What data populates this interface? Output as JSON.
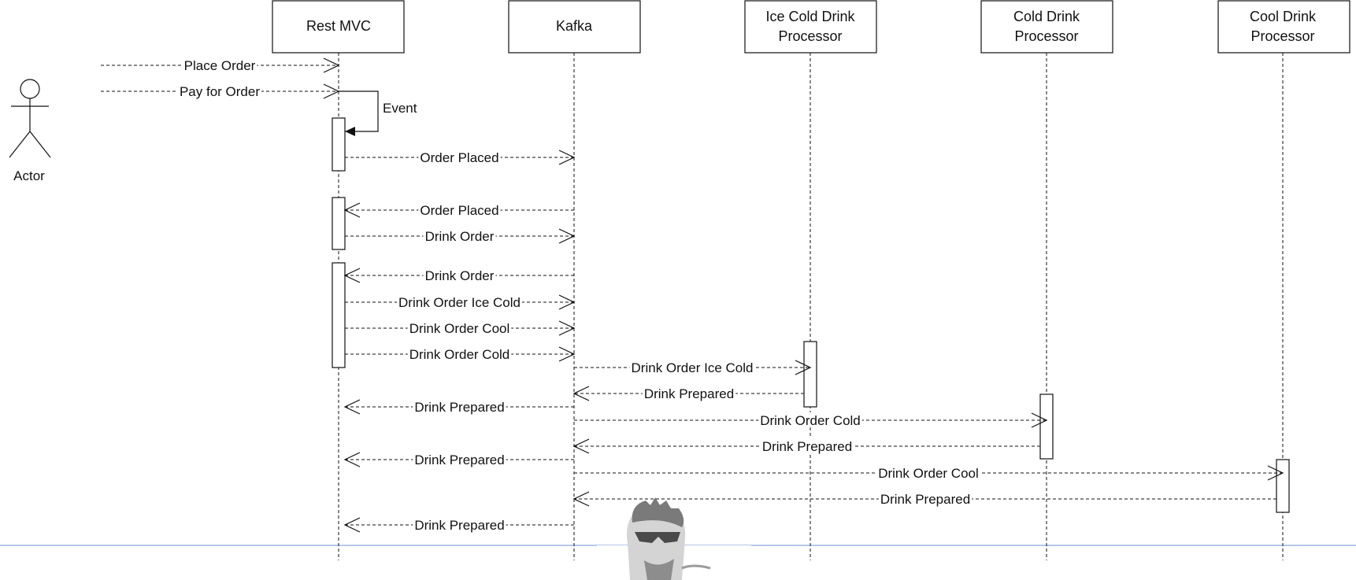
{
  "participants": [
    {
      "id": "rest",
      "lines": [
        "Rest MVC"
      ]
    },
    {
      "id": "kafka",
      "lines": [
        "Kafka"
      ]
    },
    {
      "id": "ice",
      "lines": [
        "Ice Cold Drink",
        "Processor"
      ]
    },
    {
      "id": "cold",
      "lines": [
        "Cold Drink",
        "Processor"
      ]
    },
    {
      "id": "cool",
      "lines": [
        "Cool Drink",
        "Processor"
      ]
    }
  ],
  "actor": {
    "label": "Actor"
  },
  "messages": [
    {
      "label": "Place Order",
      "from": "actor",
      "to": "rest"
    },
    {
      "label": "Pay for Order",
      "from": "actor",
      "to": "rest"
    },
    {
      "label": "Event",
      "from": "rest",
      "to": "rest",
      "self": true
    },
    {
      "label": "Order Placed",
      "from": "rest",
      "to": "kafka"
    },
    {
      "label": "Order Placed",
      "from": "kafka",
      "to": "rest"
    },
    {
      "label": "Drink Order",
      "from": "rest",
      "to": "kafka"
    },
    {
      "label": "Drink Order",
      "from": "kafka",
      "to": "rest"
    },
    {
      "label": "Drink Order Ice Cold",
      "from": "rest",
      "to": "kafka"
    },
    {
      "label": "Drink Order Cool",
      "from": "rest",
      "to": "kafka"
    },
    {
      "label": "Drink Order Cold",
      "from": "rest",
      "to": "kafka"
    },
    {
      "label": "Drink Order Ice Cold",
      "from": "kafka",
      "to": "ice"
    },
    {
      "label": "Drink Prepared",
      "from": "ice",
      "to": "kafka"
    },
    {
      "label": "Drink Prepared",
      "from": "kafka",
      "to": "rest"
    },
    {
      "label": "Drink Order Cold",
      "from": "kafka",
      "to": "cold"
    },
    {
      "label": "Drink Prepared",
      "from": "cold",
      "to": "kafka"
    },
    {
      "label": "Drink Prepared",
      "from": "kafka",
      "to": "rest"
    },
    {
      "label": "Drink Order Cool",
      "from": "kafka",
      "to": "cool"
    },
    {
      "label": "Drink Prepared",
      "from": "cool",
      "to": "kafka"
    },
    {
      "label": "Drink Prepared",
      "from": "kafka",
      "to": "rest"
    }
  ],
  "colors": {
    "line": "#111111",
    "divider": "#6d8fd6",
    "background": "#ffffff"
  },
  "watermark": {
    "icon": "mascot-face-icon"
  }
}
